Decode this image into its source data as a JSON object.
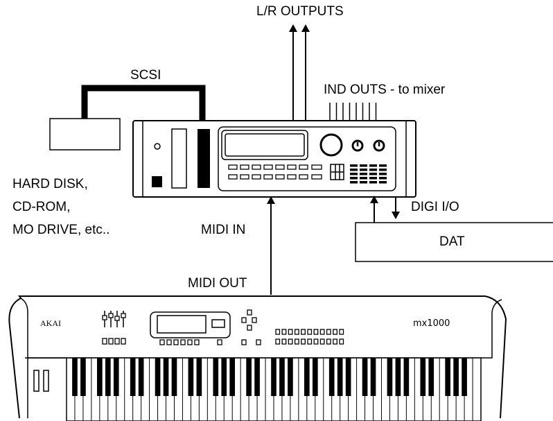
{
  "labels": {
    "lr_outputs": "L/R OUTPUTS",
    "scsi": "SCSI",
    "ind_outs": "IND OUTS - to mixer",
    "hard_disk_line1": "HARD DISK,",
    "hard_disk_line2": "CD-ROM,",
    "hard_disk_line3": "MO DRIVE, etc..",
    "midi_in": "MIDI IN",
    "digi_io": "DIGI I/O",
    "dat": "DAT",
    "midi_out": "MIDI OUT"
  },
  "keyboard": {
    "brand": "AKAI",
    "model": "mx1000"
  }
}
